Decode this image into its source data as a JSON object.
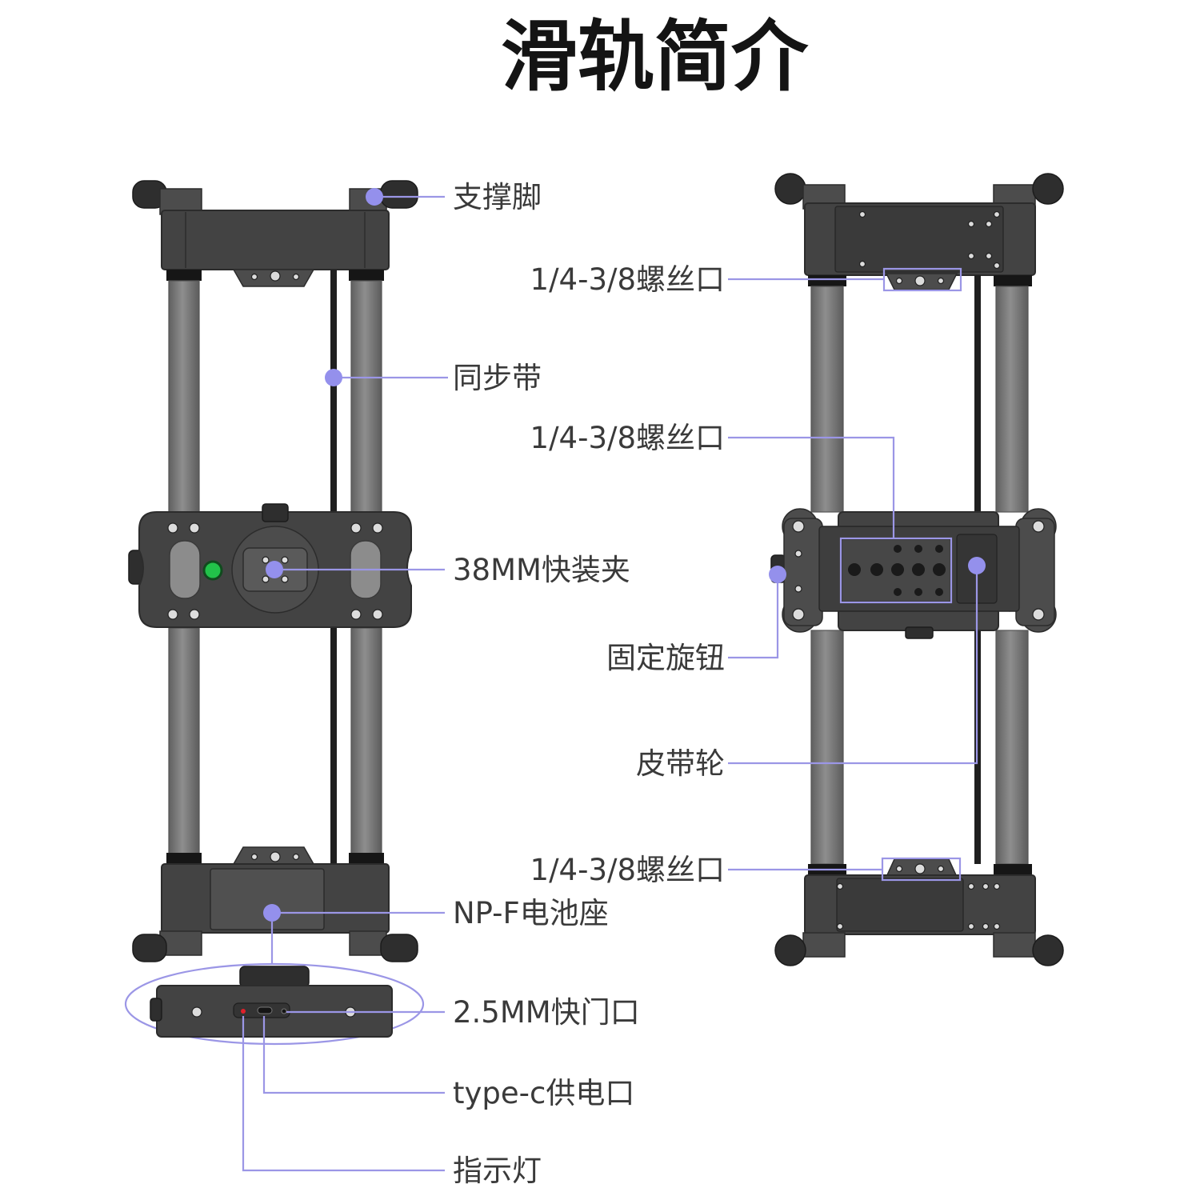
{
  "title": "滑轨简介",
  "colors": {
    "accent": "#9490ec",
    "title": "#141414",
    "label": "#3a3a3a",
    "body": "#434343",
    "rod": "#7d7d7d",
    "level_bubble": "#22c24a",
    "indicator_led": "#e0202a"
  },
  "labels": {
    "support_feet": "支撑脚",
    "timing_belt": "同步带",
    "clamp_38mm": "38MM快装夹",
    "npf_battery": "NP-F电池座",
    "shutter_port": "2.5MM快门口",
    "typec_port": "type-c供电口",
    "indicator_light": "指示灯",
    "screw_top": "1/4-3/8螺丝口",
    "screw_middle": "1/4-3/8螺丝口",
    "screw_bottom": "1/4-3/8螺丝口",
    "lock_knob": "固定旋钮",
    "belt_pulley": "皮带轮"
  }
}
